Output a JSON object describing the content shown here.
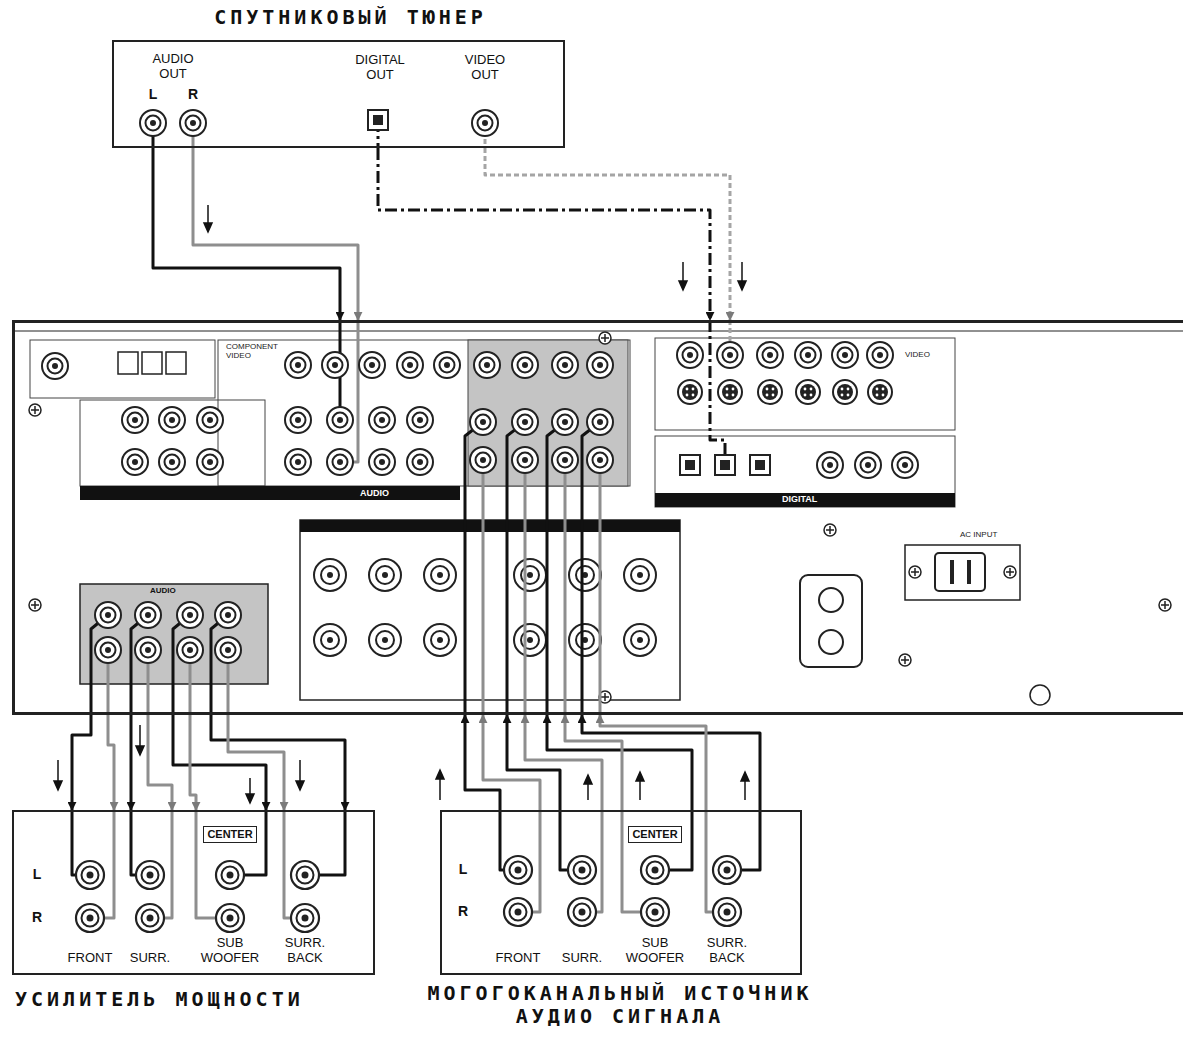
{
  "diagram": {
    "nodes": [
      {
        "text": [
          "СПУТНИКОВЫЙ ТЮНЕР",
          "AUDIO OUT",
          "L",
          "R",
          "DIGITAL OUT",
          "VIDEO OUT"
        ]
      },
      {
        "text": [
          "COMPONENT VIDEO",
          "AUDIO",
          "VIDEO",
          "DIGITAL",
          "AUDIO",
          "AC INPUT"
        ]
      },
      {
        "text": [
          "УСИЛИТЕЛЬ МОЩНОСТИ",
          "L",
          "R",
          "CENTER",
          "FRONT",
          "SURR.",
          "SUB WOOFER",
          "SURR. BACK"
        ]
      },
      {
        "text": [
          "МОГОГОКАНАЛЬНЫЙ ИСТОЧНИК АУДИО СИГНАЛА",
          "L",
          "R",
          "CENTER",
          "FRONT",
          "SURR.",
          "SUB WOOFER",
          "SURR. BACK"
        ]
      }
    ],
    "edges": [
      {
        "from": 0,
        "to": 1,
        "arrow": "to"
      },
      {
        "from": 0,
        "to": 1,
        "arrow": "to"
      },
      {
        "from": 0,
        "to": 1,
        "arrow": "to"
      },
      {
        "from": 0,
        "to": 1,
        "arrow": "to"
      },
      {
        "from": 1,
        "to": 2,
        "arrow": "to"
      },
      {
        "from": 1,
        "to": 2,
        "arrow": "to"
      },
      {
        "from": 1,
        "to": 2,
        "arrow": "to"
      },
      {
        "from": 1,
        "to": 2,
        "arrow": "to"
      },
      {
        "from": 1,
        "to": 2,
        "arrow": "to"
      },
      {
        "from": 1,
        "to": 2,
        "arrow": "to"
      },
      {
        "from": 1,
        "to": 2,
        "arrow": "to"
      },
      {
        "from": 1,
        "to": 2,
        "arrow": "to"
      },
      {
        "from": 3,
        "to": 1,
        "arrow": "to"
      },
      {
        "from": 3,
        "to": 1,
        "arrow": "to"
      },
      {
        "from": 3,
        "to": 1,
        "arrow": "to"
      },
      {
        "from": 3,
        "to": 1,
        "arrow": "to"
      },
      {
        "from": 3,
        "to": 1,
        "arrow": "to"
      },
      {
        "from": 3,
        "to": 1,
        "arrow": "to"
      },
      {
        "from": 3,
        "to": 1,
        "arrow": "to"
      },
      {
        "from": 3,
        "to": 1,
        "arrow": "to"
      }
    ]
  }
}
